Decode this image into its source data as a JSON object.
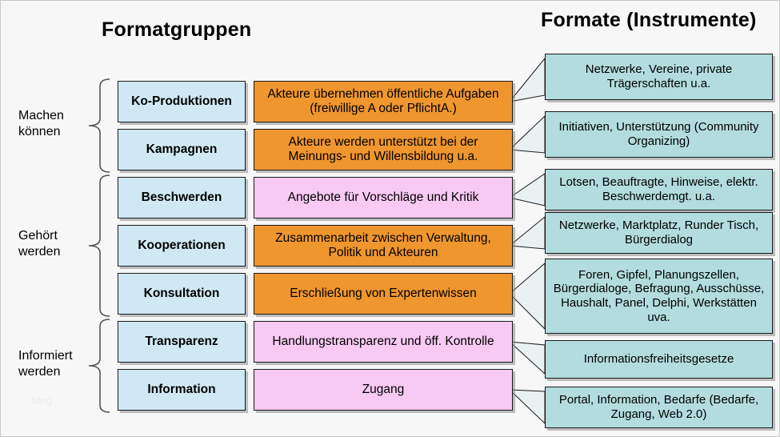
{
  "titles": {
    "left": "Formatgruppen",
    "right": "Formate (Instrumente)"
  },
  "watermark": "blog",
  "colors": {
    "canvas_background": "#f7f7f7",
    "group_box": "#cfe8f4",
    "format_orange": "#f0962e",
    "format_pink": "#f7c9f3",
    "instrument_box": "#b2dcde",
    "border": "#1a1a1a",
    "brace": "#555555",
    "text": "#000000"
  },
  "bracket_groups": [
    {
      "label": "Machen\nkönnen",
      "rows": [
        0,
        1
      ]
    },
    {
      "label": "Gehört\nwerden",
      "rows": [
        2,
        3,
        4
      ]
    },
    {
      "label": "Informiert\nwerden",
      "rows": [
        5,
        6
      ]
    }
  ],
  "rows": [
    {
      "group": "Ko-Produktionen",
      "format": "Akteure übernehmen öffentliche Aufgaben (freiwillige A oder PflichtA.)",
      "format_color": "orange",
      "instrument": "Netzwerke, Vereine, private Trägerschaften u.a."
    },
    {
      "group": "Kampagnen",
      "format": "Akteure werden unterstützt bei der Meinungs- und Willensbildung u.a.",
      "format_color": "orange",
      "instrument": "Initiativen, Unterstützung (Community Organizing)"
    },
    {
      "group": "Beschwerden",
      "format": "Angebote für Vorschläge und Kritik",
      "format_color": "pink",
      "instrument": "Lotsen, Beauftragte, Hinweise, elektr. Beschwerdemgt. u.a."
    },
    {
      "group": "Kooperationen",
      "format": "Zusammenarbeit zwischen Verwaltung, Politik und Akteuren",
      "format_color": "orange",
      "instrument": "Netzwerke, Marktplatz, Runder Tisch, Bürgerdialog"
    },
    {
      "group": "Konsultation",
      "format": "Erschließung von Expertenwissen",
      "format_color": "orange",
      "instrument": "Foren, Gipfel, Planungszellen, Bürgerdialoge, Befragung, Ausschüsse, Haushalt, Panel, Delphi, Werkstätten uva."
    },
    {
      "group": "Transparenz",
      "format": "Handlungstransparenz und öff. Kontrolle",
      "format_color": "pink",
      "instrument": "Informationsfreiheitsgesetze"
    },
    {
      "group": "Information",
      "format": "Zugang",
      "format_color": "pink",
      "instrument": "Portal, Information, Bedarfe (Bedarfe, Zugang, Web 2.0)"
    }
  ]
}
